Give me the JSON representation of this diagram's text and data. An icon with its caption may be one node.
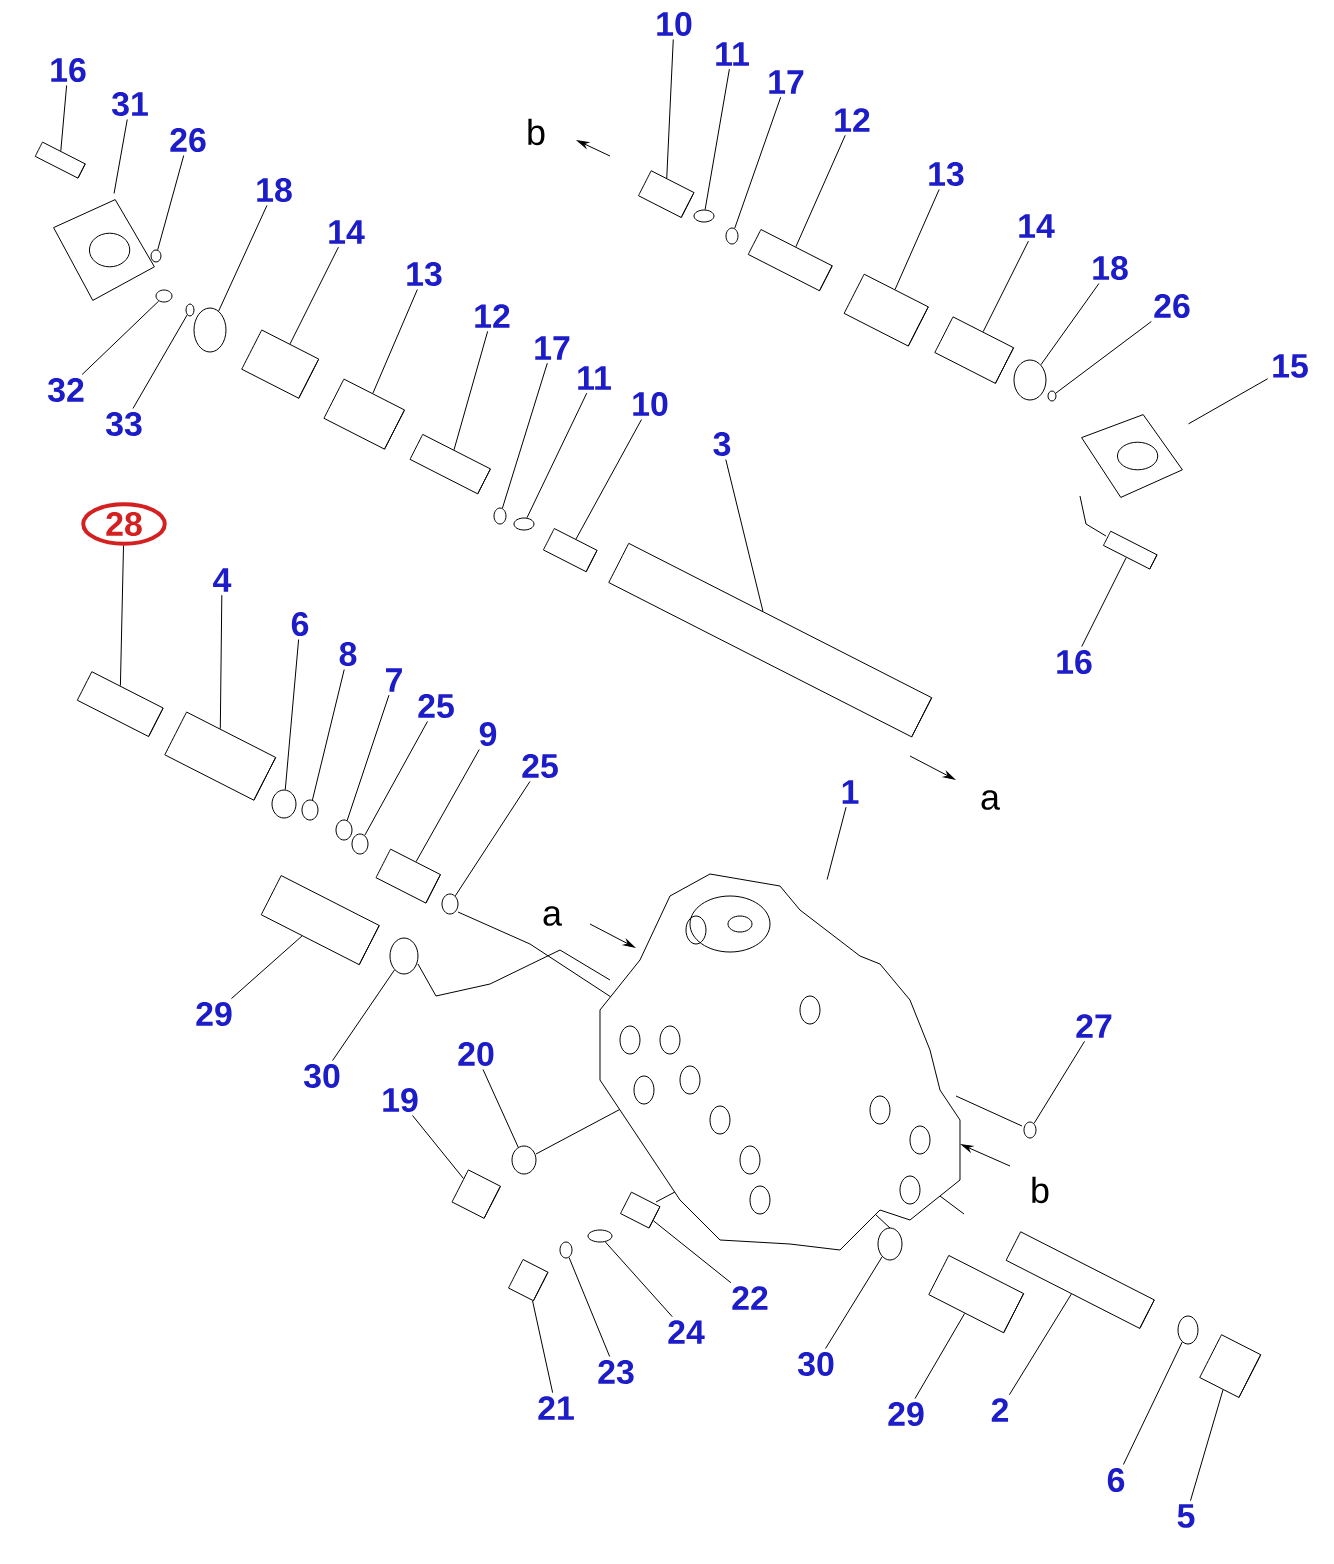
{
  "diagram": {
    "nodes": [
      {
        "text": [
          "16"
        ]
      },
      {
        "text": [
          "31"
        ]
      },
      {
        "text": [
          "26"
        ]
      },
      {
        "text": [
          "18"
        ]
      },
      {
        "text": [
          "14"
        ]
      },
      {
        "text": [
          "13"
        ]
      },
      {
        "text": [
          "12"
        ]
      },
      {
        "text": [
          "17"
        ]
      },
      {
        "text": [
          "11"
        ]
      },
      {
        "text": [
          "10"
        ]
      },
      {
        "text": [
          "32"
        ]
      },
      {
        "text": [
          "33"
        ]
      },
      {
        "text": [
          "10"
        ]
      },
      {
        "text": [
          "11"
        ]
      },
      {
        "text": [
          "17"
        ]
      },
      {
        "text": [
          "12"
        ]
      },
      {
        "text": [
          "13"
        ]
      },
      {
        "text": [
          "14"
        ]
      },
      {
        "text": [
          "18"
        ]
      },
      {
        "text": [
          "26"
        ]
      },
      {
        "text": [
          "15"
        ]
      },
      {
        "text": [
          "16"
        ]
      },
      {
        "text": [
          "3"
        ]
      },
      {
        "text": [
          "28"
        ]
      },
      {
        "text": [
          "4"
        ]
      },
      {
        "text": [
          "6"
        ]
      },
      {
        "text": [
          "8"
        ]
      },
      {
        "text": [
          "7"
        ]
      },
      {
        "text": [
          "25"
        ]
      },
      {
        "text": [
          "9"
        ]
      },
      {
        "text": [
          "25"
        ]
      },
      {
        "text": [
          "29"
        ]
      },
      {
        "text": [
          "30"
        ]
      },
      {
        "text": [
          "1"
        ]
      },
      {
        "text": [
          "27"
        ]
      },
      {
        "text": [
          "20"
        ]
      },
      {
        "text": [
          "19"
        ]
      },
      {
        "text": [
          "22"
        ]
      },
      {
        "text": [
          "24"
        ]
      },
      {
        "text": [
          "21"
        ]
      },
      {
        "text": [
          "23"
        ]
      },
      {
        "text": [
          "30"
        ]
      },
      {
        "text": [
          "29"
        ]
      },
      {
        "text": [
          "2"
        ]
      },
      {
        "text": [
          "6"
        ]
      },
      {
        "text": [
          "5"
        ]
      },
      {
        "text": [],
        "shape": "cylinder"
      },
      {
        "text": [],
        "shape": "picture"
      },
      {
        "text": [],
        "shape": "circle"
      },
      {
        "text": [],
        "shape": "circle"
      },
      {
        "text": [],
        "shape": "cylinder"
      },
      {
        "text": [],
        "shape": "cylinder"
      },
      {
        "text": [],
        "shape": "cylinder"
      },
      {
        "text": [],
        "shape": "circle"
      },
      {
        "text": [],
        "shape": "circle"
      },
      {
        "text": [],
        "shape": "cylinder"
      },
      {
        "text": [],
        "shape": "circle"
      },
      {
        "text": [],
        "shape": "circle"
      },
      {
        "text": [],
        "shape": "cylinder"
      },
      {
        "text": [],
        "shape": "circle"
      },
      {
        "text": [],
        "shape": "circle"
      },
      {
        "text": [],
        "shape": "cylinder"
      },
      {
        "text": [],
        "shape": "cylinder"
      },
      {
        "text": [],
        "shape": "cylinder"
      },
      {
        "text": [],
        "shape": "circle"
      },
      {
        "text": [],
        "shape": "circle"
      },
      {
        "text": [],
        "shape": "picture"
      },
      {
        "text": [],
        "shape": "cylinder"
      },
      {
        "text": [],
        "shape": "cylinder"
      },
      {
        "text": [],
        "shape": "cylinder"
      },
      {
        "text": [],
        "shape": "cylinder"
      },
      {
        "text": [],
        "shape": "circle"
      },
      {
        "text": [],
        "shape": "circle"
      },
      {
        "text": [],
        "shape": "circle"
      },
      {
        "text": [],
        "shape": "circle"
      },
      {
        "text": [],
        "shape": "cylinder"
      },
      {
        "text": [],
        "shape": "circle"
      },
      {
        "text": [],
        "shape": "cylinder"
      },
      {
        "text": [],
        "shape": "circle"
      },
      {
        "text": [],
        "shape": "picture"
      },
      {
        "text": [],
        "shape": "circle"
      },
      {
        "text": [],
        "shape": "circle"
      },
      {
        "text": [],
        "shape": "cylinder"
      },
      {
        "text": [],
        "shape": "cylinder"
      },
      {
        "text": [],
        "shape": "circle"
      },
      {
        "text": [],
        "shape": "cylinder"
      },
      {
        "text": [],
        "shape": "circle"
      },
      {
        "text": [],
        "shape": "circle"
      },
      {
        "text": [],
        "shape": "cylinder"
      },
      {
        "text": [],
        "shape": "cylinder"
      },
      {
        "text": [],
        "shape": "circle"
      },
      {
        "text": [],
        "shape": "cylinder"
      }
    ],
    "edges": [
      {
        "from": 0,
        "to": 46,
        "arrow": "none"
      },
      {
        "from": 1,
        "to": 47,
        "arrow": "none"
      },
      {
        "from": 2,
        "to": 48,
        "arrow": "none"
      },
      {
        "from": 3,
        "to": 49,
        "arrow": "none"
      },
      {
        "from": 4,
        "to": 50,
        "arrow": "none"
      },
      {
        "from": 5,
        "to": 51,
        "arrow": "none"
      },
      {
        "from": 6,
        "to": 52,
        "arrow": "none"
      },
      {
        "from": 7,
        "to": 53,
        "arrow": "none"
      },
      {
        "from": 8,
        "to": 54,
        "arrow": "none"
      },
      {
        "from": 9,
        "to": 55,
        "arrow": "none"
      },
      {
        "from": 10,
        "to": 56,
        "arrow": "none"
      },
      {
        "from": 11,
        "to": 57,
        "arrow": "none"
      },
      {
        "from": 12,
        "to": 58,
        "arrow": "none"
      },
      {
        "from": 13,
        "to": 59,
        "arrow": "none"
      },
      {
        "from": 14,
        "to": 60,
        "arrow": "none"
      },
      {
        "from": 15,
        "to": 61,
        "arrow": "none"
      },
      {
        "from": 16,
        "to": 62,
        "arrow": "none"
      },
      {
        "from": 17,
        "to": 63,
        "arrow": "none"
      },
      {
        "from": 18,
        "to": 64,
        "arrow": "none"
      },
      {
        "from": 19,
        "to": 65,
        "arrow": "none"
      },
      {
        "from": 20,
        "to": 66,
        "arrow": "none"
      },
      {
        "from": 21,
        "to": 67,
        "arrow": "none"
      },
      {
        "from": 22,
        "to": 68,
        "arrow": "none"
      },
      {
        "from": 23,
        "to": 69,
        "arrow": "none"
      },
      {
        "from": 24,
        "to": 70,
        "arrow": "none"
      },
      {
        "from": 25,
        "to": 71,
        "arrow": "none"
      },
      {
        "from": 26,
        "to": 72,
        "arrow": "none"
      },
      {
        "from": 27,
        "to": 73,
        "arrow": "none"
      },
      {
        "from": 28,
        "to": 74,
        "arrow": "none"
      },
      {
        "from": 29,
        "to": 75,
        "arrow": "none"
      },
      {
        "from": 30,
        "to": 76,
        "arrow": "none"
      },
      {
        "from": 31,
        "to": 77,
        "arrow": "none"
      },
      {
        "from": 32,
        "to": 78,
        "arrow": "none"
      },
      {
        "from": 33,
        "to": 79,
        "arrow": "none"
      },
      {
        "from": 34,
        "to": 80,
        "arrow": "none"
      },
      {
        "from": 35,
        "to": 81,
        "arrow": "none"
      },
      {
        "from": 36,
        "to": 82,
        "arrow": "none"
      },
      {
        "from": 37,
        "to": 83,
        "arrow": "none"
      },
      {
        "from": 38,
        "to": 84,
        "arrow": "none"
      },
      {
        "from": 39,
        "to": 85,
        "arrow": "none"
      },
      {
        "from": 40,
        "to": 86,
        "arrow": "none"
      },
      {
        "from": 41,
        "to": 87,
        "arrow": "none"
      },
      {
        "from": 42,
        "to": 88,
        "arrow": "none"
      },
      {
        "from": 43,
        "to": 89,
        "arrow": "none"
      },
      {
        "from": 44,
        "to": 90,
        "arrow": "none"
      },
      {
        "from": 45,
        "to": 91,
        "arrow": "none"
      }
    ],
    "labels": [
      "b",
      "a",
      "a",
      "b"
    ]
  }
}
